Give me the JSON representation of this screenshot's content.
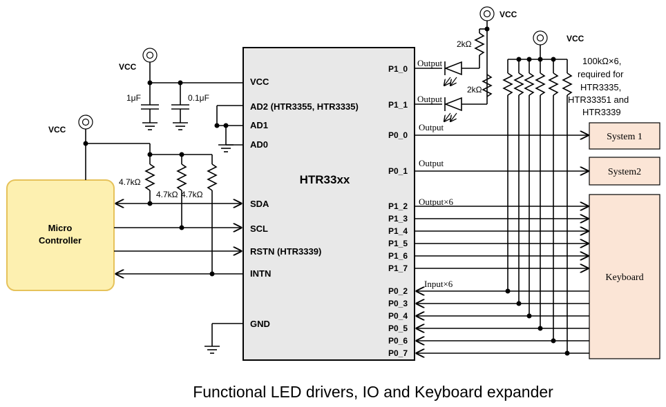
{
  "caption": "Functional LED drivers, IO and Keyboard expander",
  "chip": {
    "name": "HTR33xx",
    "name_color": "#e01010",
    "fill": "#e8e8e8",
    "left_pins": [
      "VCC",
      "AD2 (HTR3355, HTR3335)",
      "AD1",
      "AD0",
      "SDA",
      "SCL",
      "RSTN (HTR3339)",
      "INTN",
      "GND"
    ],
    "right_pins": [
      "P1_0",
      "P1_1",
      "P0_0",
      "P0_1",
      "P1_2",
      "P1_3",
      "P1_4",
      "P1_5",
      "P1_6",
      "P1_7",
      "P0_2",
      "P0_3",
      "P0_4",
      "P0_5",
      "P0_6",
      "P0_7"
    ]
  },
  "micro": {
    "line1": "Micro",
    "line2": "Controller",
    "fill": "#fdf0b0",
    "stroke": "#e6c25a"
  },
  "vcc_label": "VCC",
  "caps": [
    "1μF",
    "0.1μF"
  ],
  "pullups_left": [
    "4.7kΩ",
    "4.7kΩ",
    "4.7kΩ"
  ],
  "led_resistors": [
    "2kΩ",
    "2kΩ"
  ],
  "pullup_note": [
    "100kΩ×6,",
    "required for",
    "HTR3335,",
    "HTR33351 and",
    "HTR3339"
  ],
  "signal_labels": {
    "output": "Output",
    "output6": "Output×6",
    "input6": "Input×6"
  },
  "outputs": {
    "system1": "System 1",
    "system2": "System2",
    "keyboard": "Keyboard",
    "fill": "#fbe5d6"
  }
}
